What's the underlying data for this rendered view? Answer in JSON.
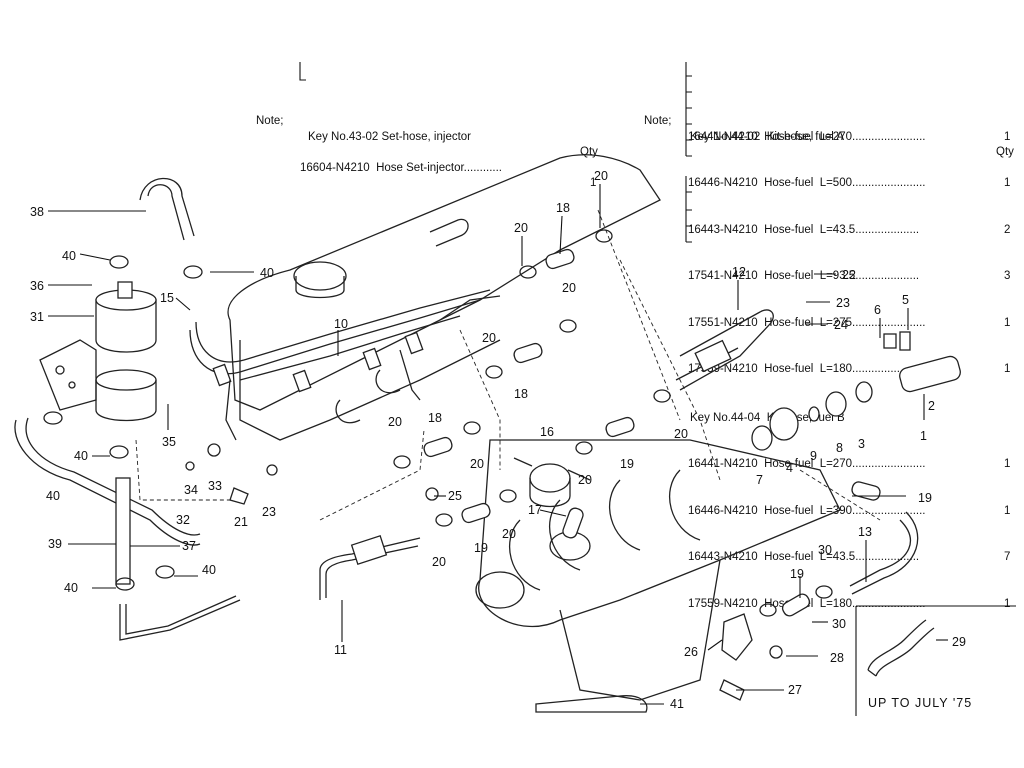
{
  "note1": {
    "prefix": "Note;",
    "key_line": "Key No.43-02 Set-hose, injector",
    "qty_header": "Qty",
    "items": [
      {
        "text": "16604-N4210  Hose Set-injector............",
        "qty": "1"
      }
    ]
  },
  "note2": {
    "prefix": "Note;",
    "groups": [
      {
        "key_line": "Key No.44-02  Kit-hose, fuel A",
        "qty_header": "Qty",
        "items": [
          {
            "text": "16441-N4210  Hose-fuel  L=270.......................",
            "qty": "1"
          },
          {
            "text": "16446-N4210  Hose-fuel  L=500.......................",
            "qty": "1"
          },
          {
            "text": "16443-N4210  Hose-fuel  L=43.5....................",
            "qty": "2"
          },
          {
            "text": "17541-N4210  Hose-fuel  L=93.5....................",
            "qty": "3"
          },
          {
            "text": "17551-N4210  Hose-fuel  L=275.......................",
            "qty": "1"
          },
          {
            "text": "17559-N4210  Hose-fuel  L=180.......................",
            "qty": "1"
          }
        ]
      },
      {
        "key_line": "Key No.44-04  Kit-hose, fuel B",
        "qty_header": "",
        "items": [
          {
            "text": "16441-N4210  Hose-fuel  L=270.......................",
            "qty": "1"
          },
          {
            "text": "16446-N4210  Hose-fuel  L=390.......................",
            "qty": "1"
          },
          {
            "text": "16443-N4210  Hose-fuel  L=43.5....................",
            "qty": "7"
          },
          {
            "text": "17559-N4210  Hose-fuel  L=180.......................",
            "qty": "1"
          }
        ]
      }
    ]
  },
  "callouts": [
    "38",
    "40",
    "36",
    "31",
    "15",
    "10",
    "40",
    "18",
    "20",
    "20",
    "20",
    "20",
    "18",
    "20",
    "12",
    "22",
    "23",
    "24",
    "6",
    "5",
    "40",
    "35",
    "40",
    "34",
    "33",
    "21",
    "32",
    "23",
    "20",
    "18",
    "20",
    "16",
    "19",
    "20",
    "20",
    "17",
    "25",
    "20",
    "19",
    "39",
    "37",
    "40",
    "40",
    "11",
    "7",
    "4",
    "9",
    "8",
    "3",
    "2",
    "1",
    "19",
    "13",
    "30",
    "19",
    "30",
    "26",
    "28",
    "27",
    "41",
    "29"
  ],
  "inset": {
    "caption": "UP TO JULY '75",
    "part": "29"
  }
}
